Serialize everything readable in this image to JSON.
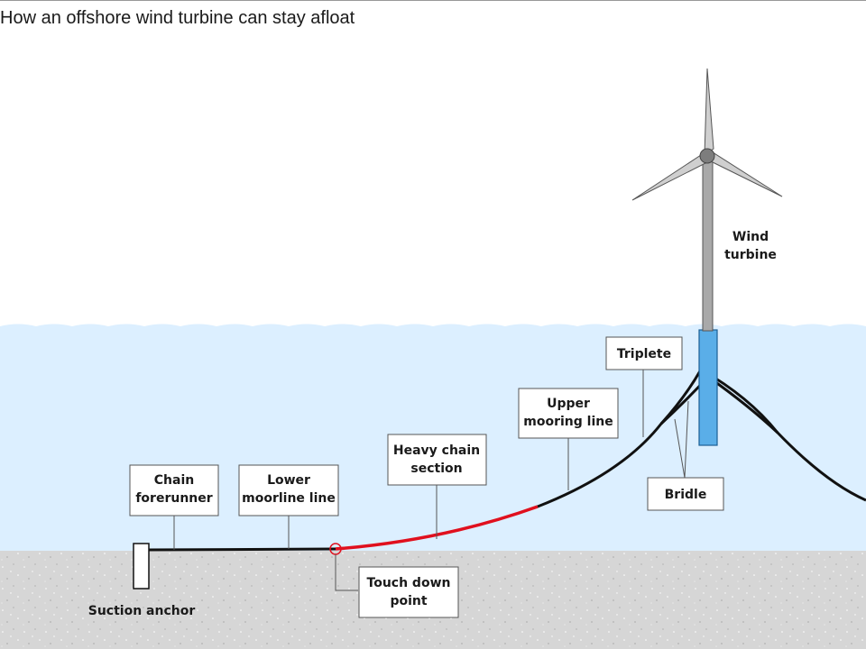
{
  "title": "How an offshore wind turbine can stay afloat",
  "colors": {
    "sky": "#ffffff",
    "water": "#dcefff",
    "seabed": "#d6d6d6",
    "line": "#111111",
    "heavy_chain": "#e0101e",
    "float": "#5aaee8",
    "tower": "#a9a9a9",
    "blade": "#cfcfcf"
  },
  "labels": {
    "wind_turbine": [
      "Wind",
      "turbine"
    ],
    "triplete": [
      "Triplete"
    ],
    "upper_mooring_line": [
      "Upper",
      "mooring line"
    ],
    "heavy_chain_section": [
      "Heavy chain",
      "section"
    ],
    "lower_moorline_line": [
      "Lower",
      "moorline line"
    ],
    "chain_forerunner": [
      "Chain",
      "forerunner"
    ],
    "bridle": [
      "Bridle"
    ],
    "touch_down_point": [
      "Touch down",
      "point"
    ],
    "suction_anchor": [
      "Suction anchor"
    ]
  }
}
